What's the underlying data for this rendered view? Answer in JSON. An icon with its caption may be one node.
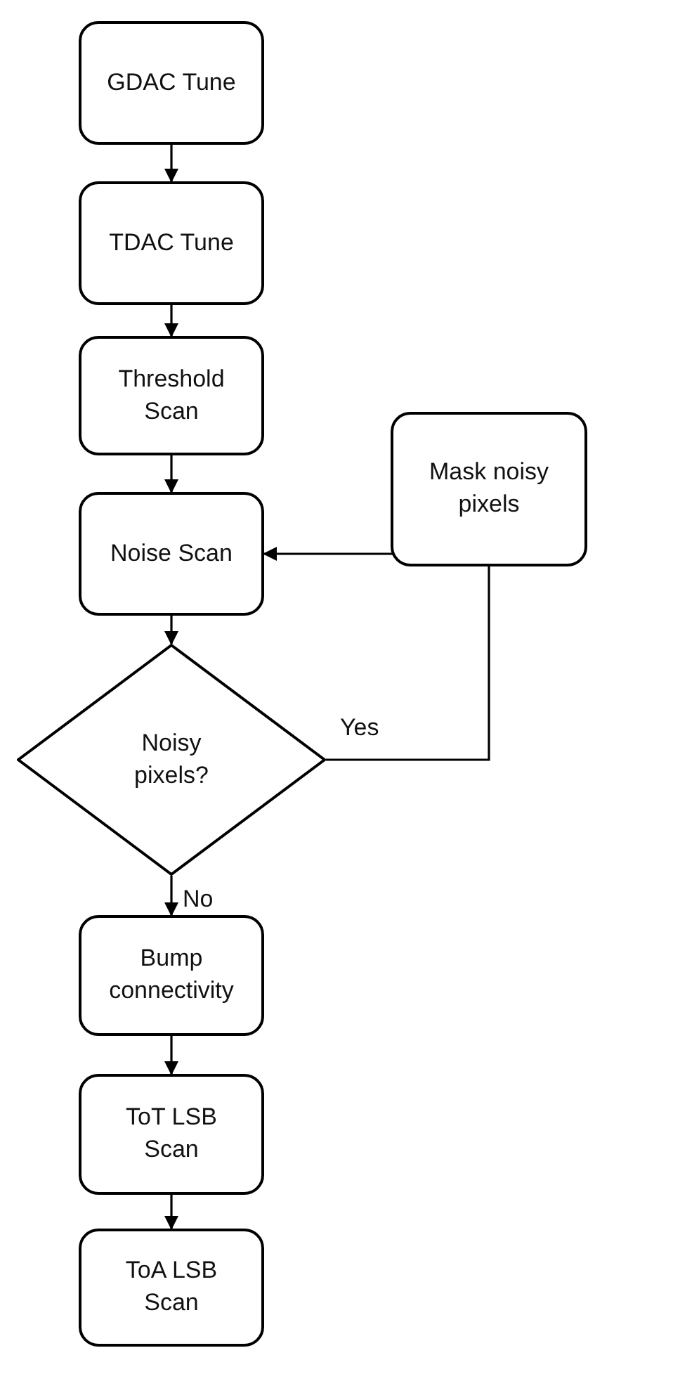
{
  "diagram": {
    "nodes": [
      {
        "text": [
          "GDAC Tune"
        ]
      },
      {
        "text": [
          "TDAC Tune"
        ]
      },
      {
        "text": [
          "Threshold Scan"
        ]
      },
      {
        "text": [
          "Noise Scan"
        ]
      },
      {
        "text": [
          "Noisy pixels?"
        ]
      },
      {
        "text": [
          "Mask noisy pixels"
        ]
      },
      {
        "text": [
          "Bump connectivity"
        ]
      },
      {
        "text": [
          "ToT LSB Scan"
        ]
      },
      {
        "text": [
          "ToA LSB Scan"
        ]
      }
    ],
    "edges": [
      {
        "from": 0,
        "to": 1,
        "arrow": "to"
      },
      {
        "from": 1,
        "to": 2,
        "arrow": "to"
      },
      {
        "from": 2,
        "to": 3,
        "arrow": "to"
      },
      {
        "from": 3,
        "to": 4,
        "arrow": "to"
      },
      {
        "from": 4,
        "to": 5,
        "arrow": "none",
        "label": "Yes"
      },
      {
        "from": 5,
        "to": 3,
        "arrow": "to"
      },
      {
        "from": 4,
        "to": 6,
        "arrow": "to",
        "label": "No"
      },
      {
        "from": 6,
        "to": 7,
        "arrow": "to"
      },
      {
        "from": 7,
        "to": 8,
        "arrow": "to"
      }
    ]
  }
}
